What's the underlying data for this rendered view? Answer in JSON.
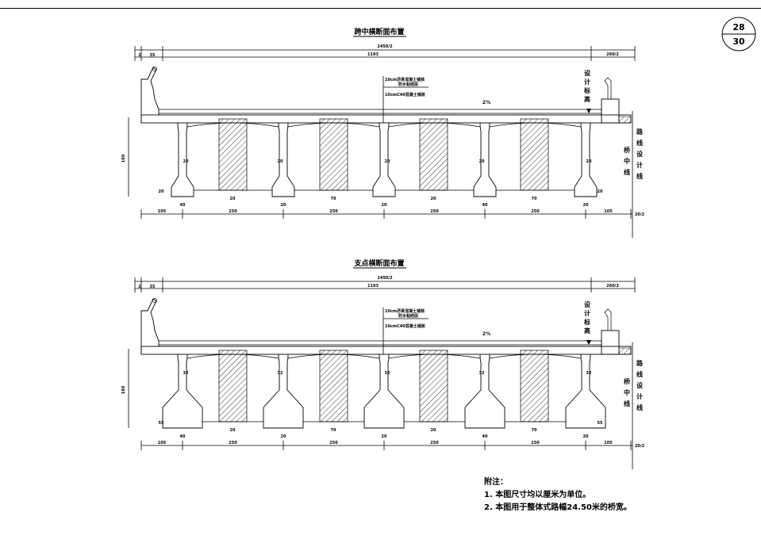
{
  "sheet": {
    "number": "28",
    "total": "30"
  },
  "sections": [
    {
      "title": "跨中横断面布置",
      "overall_dim": "2450/2",
      "left_dims": [
        "2",
        "35"
      ],
      "main_dim": "1193",
      "right_dim": "260/2",
      "layers": [
        "10cm沥青混凝土铺装",
        "防水粘结层",
        "10cmC40混凝土铺装"
      ],
      "slope": "2%",
      "design_elev": "设计标高",
      "bridge_center": "桥中线",
      "route_line": "路线设计线",
      "height_dim": "160",
      "web_dims": [
        "20",
        "20",
        "20",
        "20",
        "20"
      ],
      "bulb_height_dims": [
        "20",
        "20"
      ],
      "bottom_dims": [
        "40",
        "20",
        "20",
        "70",
        "20",
        "20",
        "40",
        "70",
        "20"
      ],
      "span_dims": [
        "105",
        "250",
        "250",
        "250",
        "250",
        "105",
        "20/2"
      ]
    },
    {
      "title": "支点横断面布置",
      "overall_dim": "2450/2",
      "left_dims": [
        "2",
        "35"
      ],
      "main_dim": "1193",
      "right_dim": "260/2",
      "layers": [
        "10cm沥青混凝土铺装",
        "防水粘结层",
        "10cmC40混凝土铺装"
      ],
      "slope": "2%",
      "design_elev": "设计标高",
      "bridge_center": "桥中线",
      "route_line": "路线设计线",
      "height_dim": "160",
      "web_dims": [
        "32",
        "32",
        "32",
        "32",
        "32"
      ],
      "bulb_height_dims": [
        "55",
        "55"
      ],
      "bottom_dims": [
        "40",
        "20",
        "20",
        "70",
        "20",
        "20",
        "40",
        "70",
        "20"
      ],
      "span_dims": [
        "105",
        "250",
        "250",
        "250",
        "250",
        "105",
        "20/2"
      ]
    }
  ],
  "notes": {
    "heading": "附注：",
    "items": [
      "1.  本图尺寸均以厘米为单位。",
      "2.  本图用于整体式路幅24.50米的桥宽。"
    ]
  }
}
